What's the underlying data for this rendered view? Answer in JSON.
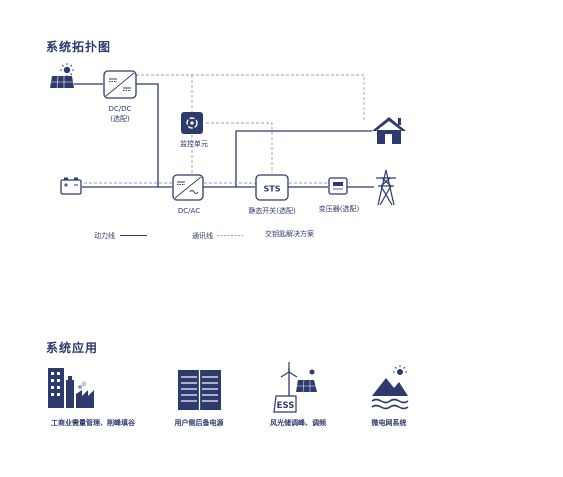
{
  "topology": {
    "title": "系统拓扑图",
    "dcdc_label": "DC/DC",
    "dcdc_note": "(选配)",
    "monitor_label": "监控单元",
    "dcac_label": "DC/AC",
    "sts_label": "STS",
    "sts_caption": "静态开关(选配)",
    "transformer_label": "变压器(选配)",
    "legend_power": "动力线",
    "legend_comm": "通讯线",
    "legend_solution": "交钥匙解决方案"
  },
  "applications": {
    "title": "系统应用",
    "items": [
      {
        "label": "工商业需量管理、削峰填谷",
        "icon": "factory-icon"
      },
      {
        "label": "用户侧后备电源",
        "icon": "battery-cabinet-icon"
      },
      {
        "label": "风光储调峰、调频",
        "icon": "wind-solar-ess-icon"
      },
      {
        "label": "微电网系统",
        "icon": "microgrid-icon"
      }
    ],
    "ess_text": "ESS"
  },
  "colors": {
    "primary": "#2d3a6e",
    "comm_line": "#9aa0ad"
  }
}
